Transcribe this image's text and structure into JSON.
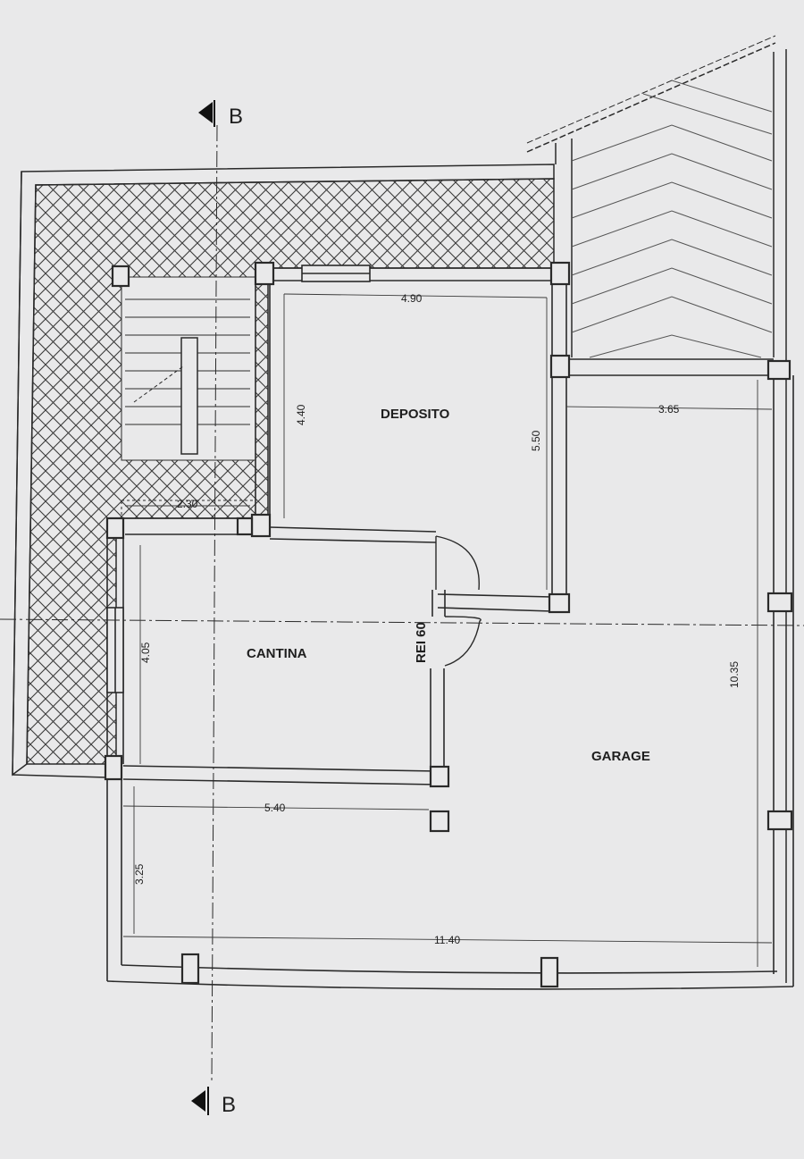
{
  "section_marker": "B",
  "rooms": {
    "deposito": "DEPOSITO",
    "cantina": "CANTINA",
    "garage": "GARAGE"
  },
  "door_rating": "REI 60",
  "dimensions": {
    "deposito_width": "4.90",
    "deposito_depth": "4.40",
    "deposito_side": "5.50",
    "stair_width": "2.30",
    "garage_right_width": "3.65",
    "cantina_depth": "4.05",
    "cantina_width": "5.40",
    "garage_front_depth": "3.25",
    "garage_total_width": "11.40",
    "garage_depth": "10.35"
  },
  "colors": {
    "paper": "#e9e9ea",
    "ink": "#2a2a2a",
    "hatch": "#3a3a3a"
  }
}
